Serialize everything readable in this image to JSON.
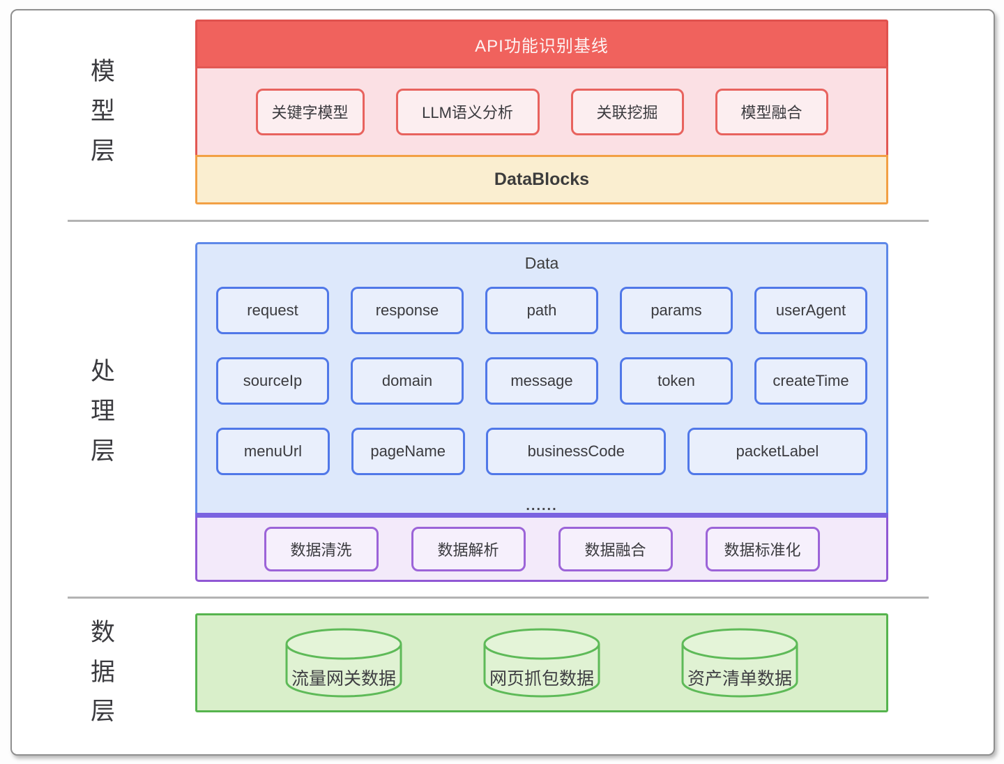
{
  "layers": {
    "model": {
      "label": "模型层",
      "header": "API功能识别基线",
      "models": [
        "关键字模型",
        "LLM语义分析",
        "关联挖掘",
        "模型融合"
      ],
      "datablocks_label": "DataBlocks"
    },
    "processing": {
      "label": "处理层",
      "data_panel": {
        "title": "Data",
        "fields": [
          [
            "request",
            "response",
            "path",
            "params",
            "userAgent"
          ],
          [
            "sourceIp",
            "domain",
            "message",
            "token",
            "createTime"
          ],
          [
            "menuUrl",
            "pageName",
            "businessCode",
            "packetLabel"
          ]
        ],
        "ellipsis": "......"
      },
      "steps": [
        "数据清洗",
        "数据解析",
        "数据融合",
        "数据标准化"
      ]
    },
    "data": {
      "label": "数据层",
      "sources": [
        "流量网关数据",
        "网页抓包数据",
        "资产清单数据"
      ]
    }
  },
  "colors": {
    "model_header_bg": "#f0625d",
    "model_band_bg": "#fbe0e4",
    "model_chip_border": "#e8635e",
    "datablocks_bg": "#faeed0",
    "datablocks_border": "#f2a044",
    "data_panel_bg": "#dde8fb",
    "data_panel_border": "#5e88e8",
    "purple_bar": "#7a63e0",
    "purple_band_bg": "#f3eafa",
    "purple_chip_border": "#9c64d8",
    "green_band_bg": "#d9efca",
    "green_border": "#56b44e",
    "divider": "#b3b3b3"
  }
}
